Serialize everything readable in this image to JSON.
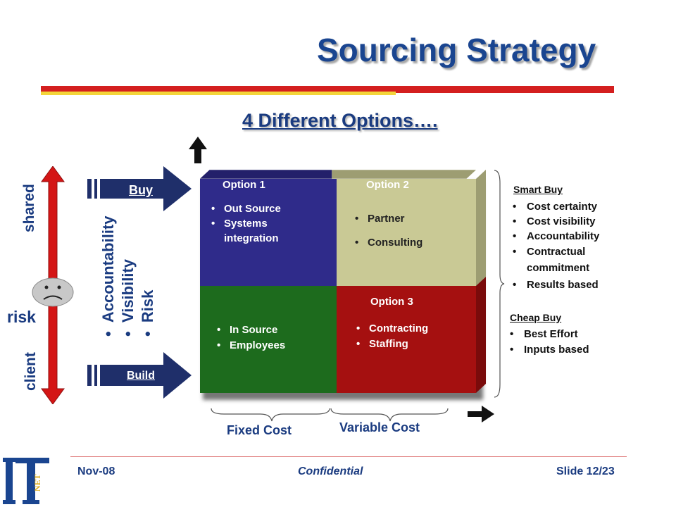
{
  "slide": {
    "title": "Sourcing Strategy",
    "subtitle": "4 Different Options…."
  },
  "left_scale": {
    "top_label": "shared",
    "bottom_label": "client",
    "middle_label": "risk",
    "face": "sad-face-icon",
    "factors": [
      "Accountability",
      "Visibility",
      "Risk"
    ]
  },
  "arrows": {
    "buy_label": "Buy",
    "build_label": "Build"
  },
  "quadrant": {
    "option1": {
      "title": "Option 1",
      "items": [
        "Out Source",
        "Systems integration"
      ]
    },
    "option2": {
      "title": "Option 2",
      "items": [
        "Partner",
        "Consulting"
      ]
    },
    "option3": {
      "title": "Option 3",
      "items": [
        "Contracting",
        "Staffing"
      ]
    },
    "bottom_left": {
      "items": [
        "In Source",
        "Employees"
      ]
    },
    "colors": {
      "option1": "#2f2b8a",
      "option2": "#c9c995",
      "option3": "#a51010",
      "bottom_left": "#1d6b1d"
    }
  },
  "cost_axis": {
    "fixed": "Fixed Cost",
    "variable": "Variable Cost"
  },
  "right_panel": {
    "smart_buy": {
      "heading": "Smart Buy",
      "items": [
        "Cost certainty",
        "Cost visibility",
        "Accountability",
        "Contractual commitment",
        "Results based"
      ]
    },
    "cheap_buy": {
      "heading": "Cheap Buy",
      "items": [
        "Best Effort",
        "Inputs based"
      ]
    }
  },
  "footer": {
    "date": "Nov-08",
    "confidential": "Confidential",
    "slide_num": "Slide 12/23"
  },
  "logo": {
    "text": "IT",
    "subtext": "NET"
  }
}
